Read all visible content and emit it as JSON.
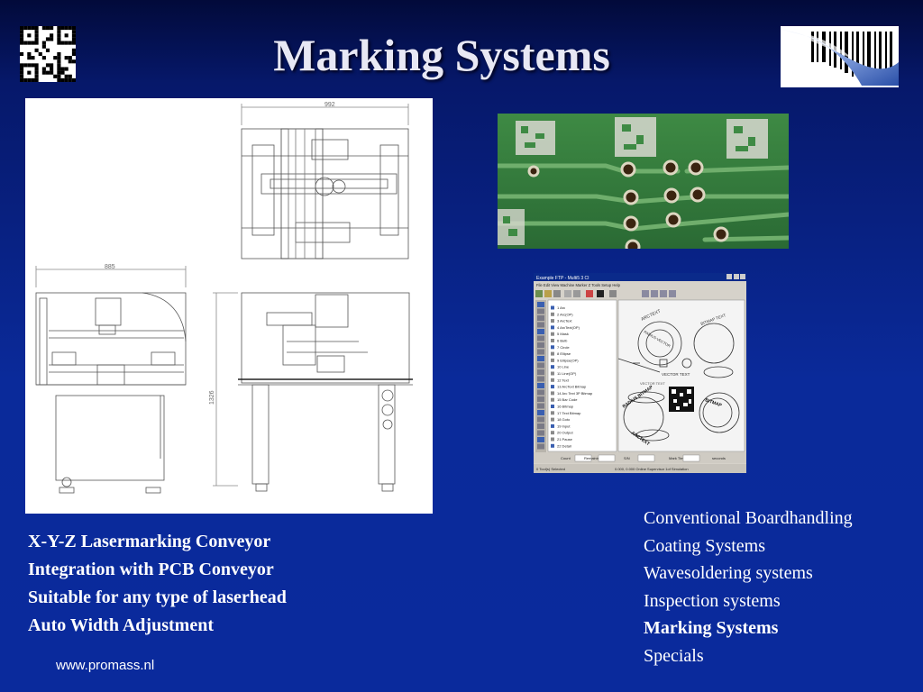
{
  "slide": {
    "title": "Marking Systems",
    "website": "www.promass.nl"
  },
  "drawing": {
    "dim_top": "992",
    "dim_left": "885",
    "dim_side": "1326"
  },
  "features": [
    "X-Y-Z Lasermarking Conveyor",
    "Integration with PCB Conveyor",
    "Suitable for any type of laserhead",
    "Auto Width Adjustment"
  ],
  "menu": {
    "items": [
      "Conventional Boardhandling",
      "Coating Systems",
      "Wavesoldering systems",
      "Inspection systems",
      "Marking Systems",
      "Specials"
    ],
    "active_index": 4
  },
  "software": {
    "title_bar": "Example FTP - Multi5 3 CI",
    "menubar": "File  Edit  View  Machine  Marker  Z  Tools  Setup  Help",
    "tree_items": [
      "1 Arc",
      "2 Arc(OP)",
      "3 ArcText",
      "4 ArcText(OP)",
      "5 Mask",
      "6 Bulb",
      "7 Circle",
      "8 Ellipse",
      "9 Ellipse(OP)",
      "10 Line",
      "11 Line(OP)",
      "12 Text",
      "13 ArcText Bitmap",
      "14 Arc Text 3P Bitmap",
      "15 Bar Code",
      "16 Bitmap",
      "17 Text Bitmap",
      "18 Goto",
      "19 Input",
      "20 Output",
      "21 Pause",
      "22 Detail"
    ],
    "canvas_texts": [
      "ARCTEXT",
      "RADIUS-VECTOR",
      "BITMAP TEXT",
      "VECTOR TEXT",
      "VECTOR TEXT",
      "RADIUS BITMAP",
      "ARCTEXT",
      "BITMAP"
    ],
    "status_left": "0 Tool(s) Selected",
    "status_mid": "0.000, 0.000  Online  Supervisor  1of  Simulation",
    "field_labels": [
      "Count",
      "Remaining",
      "S/N",
      "Mark Time",
      "seconds"
    ]
  },
  "colors": {
    "background": "#0a2a9a",
    "text": "#ffffff",
    "title": "#e8e8f4",
    "pcb_green": "#2f7a3a"
  }
}
